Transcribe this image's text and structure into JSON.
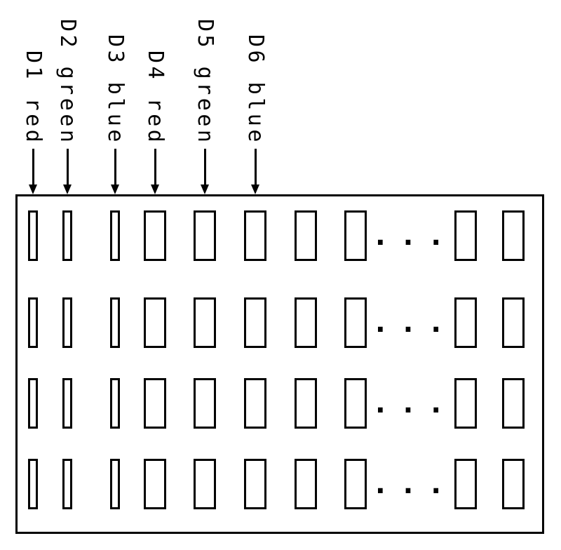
{
  "diagram": {
    "labels": [
      {
        "text": "D1 red"
      },
      {
        "text": "D2 green"
      },
      {
        "text": "D3 blue"
      },
      {
        "text": "D4 red"
      },
      {
        "text": "D5 green"
      },
      {
        "text": "D6 blue"
      }
    ],
    "ellipsis": ". . .",
    "grid": {
      "rows": 4,
      "column_pattern": [
        "narrow",
        "narrow",
        "narrow",
        "wide",
        "wide",
        "wide",
        "wide",
        "wide",
        "ellipsis",
        "wide",
        "wide"
      ]
    },
    "stroke_color": "#000000",
    "background_color": "#ffffff"
  }
}
